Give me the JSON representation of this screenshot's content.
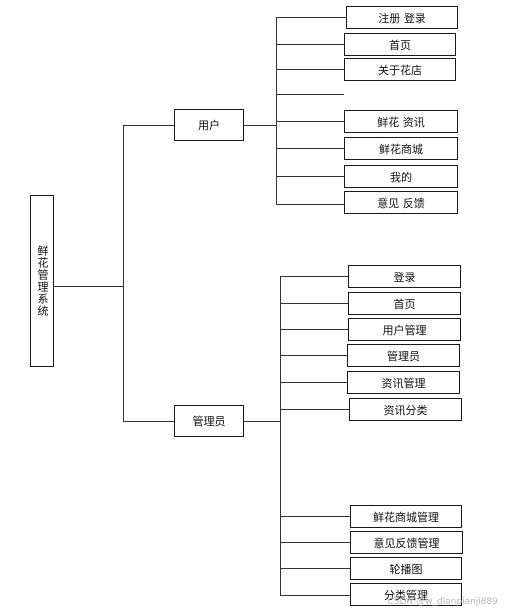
{
  "root": {
    "label": "鲜花管理系统"
  },
  "groups": [
    {
      "label": "用户",
      "children": [
        "注册 登录",
        "首页",
        "关于花店",
        "鲜花 资讯",
        "鲜花商城",
        "我的",
        "意见 反馈"
      ]
    },
    {
      "label": "管理员",
      "children": [
        "登录",
        "首页",
        "用户管理",
        "管理员",
        "资讯管理",
        "资讯分类",
        "鲜花商城管理",
        "意见反馈管理",
        "轮播图",
        "分类管理"
      ]
    }
  ],
  "watermark": "CSDN @w_dianpianji889"
}
